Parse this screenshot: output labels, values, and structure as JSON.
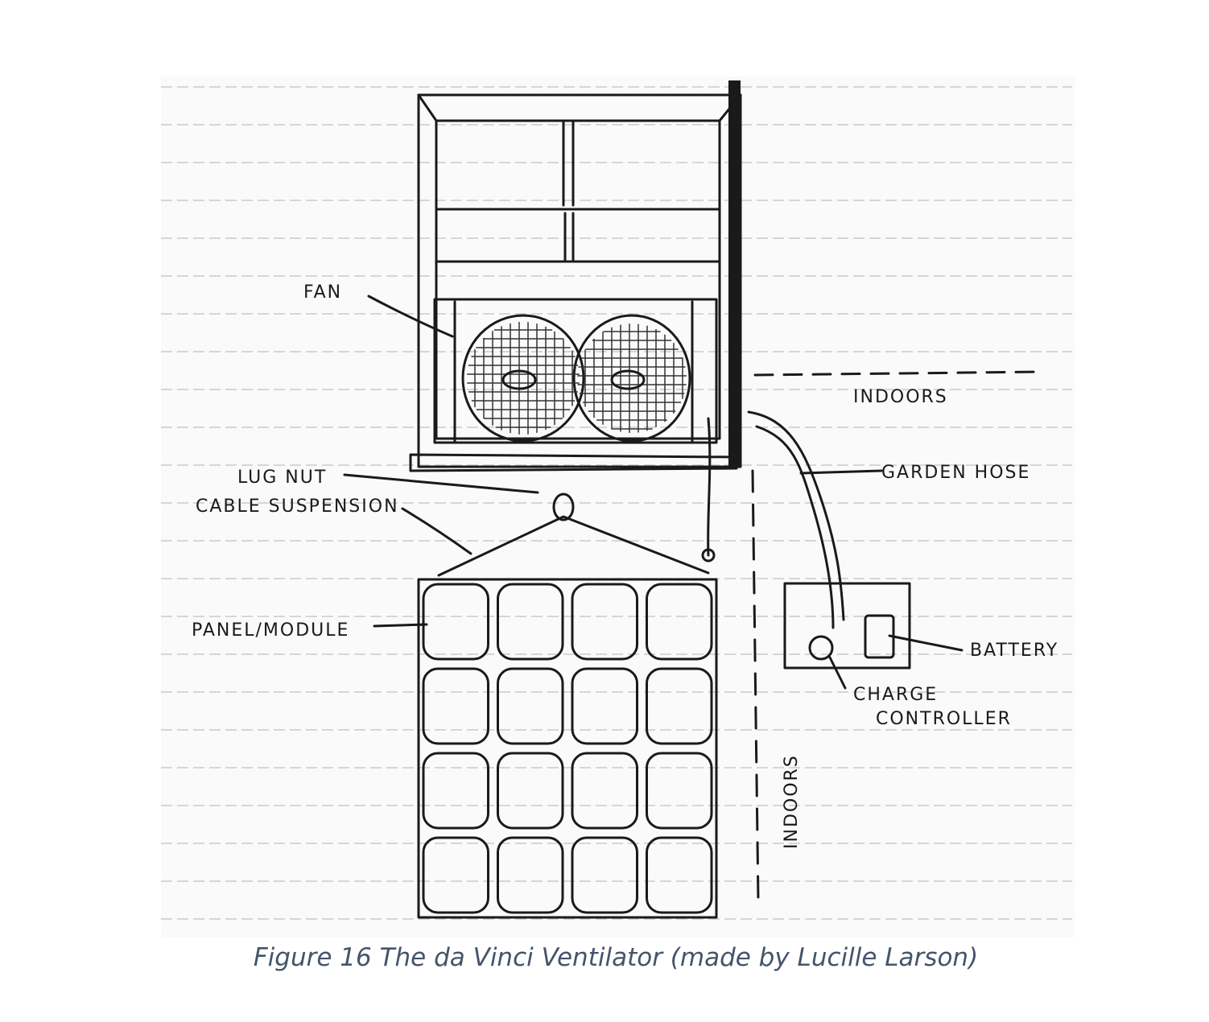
{
  "labels": {
    "fan": "FAN",
    "indoors_top": "INDOORS",
    "lug_nut": "LUG NUT",
    "cable_suspension": "CABLE SUSPENSION",
    "garden_hose": "GARDEN HOSE",
    "panel_module": "PANEL/MODULE",
    "battery": "BATTERY",
    "charge_controller_line1": "CHARGE",
    "charge_controller_line2": "CONTROLLER",
    "indoors_side": "INDOORS"
  },
  "caption": "Figure 16 The da Vinci Ventilator (made by Lucille Larson)"
}
